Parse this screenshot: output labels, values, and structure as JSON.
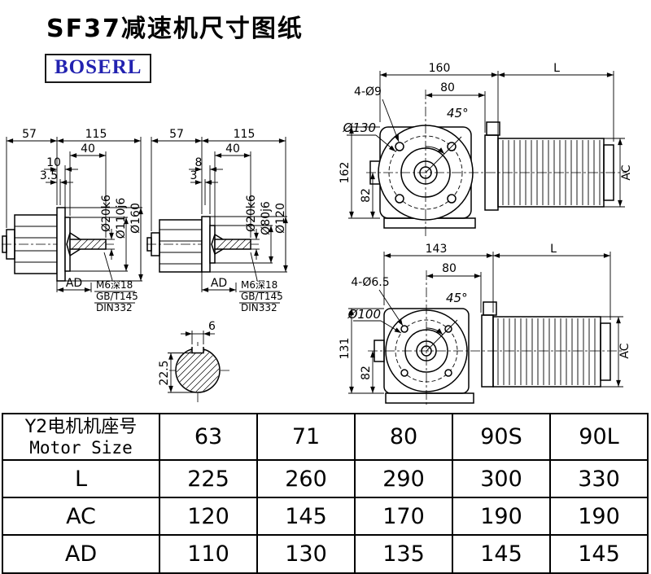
{
  "page": {
    "title": "SF37减速机尺寸图纸",
    "brand": "BOSERL"
  },
  "view1": {
    "dim_57": "57",
    "dim_115": "115",
    "dim_40": "40",
    "dim_10": "10",
    "dim_3_5": "3.5",
    "shaft_dia": "Ø20k6",
    "spigot_dia": "Ø110j6",
    "flange_dia": "Ø160",
    "dim_ad": "AD",
    "note_line1": "M6深18",
    "note_line2": "GB/T145",
    "note_line3": "DIN332"
  },
  "view2": {
    "dim_57": "57",
    "dim_115": "115",
    "dim_40": "40",
    "dim_8": "8",
    "dim_3": "3",
    "shaft_dia": "Ø20k6",
    "spigot_dia": "Ø80j6",
    "flange_dia": "Ø120",
    "dim_ad": "AD",
    "note_line1": "M6深18",
    "note_line2": "GB/T145",
    "note_line3": "DIN332"
  },
  "view3": {
    "dim_160": "160",
    "dim_L": "L",
    "dim_80": "80",
    "holes": "4-Ø9",
    "angle": "45°",
    "bolt_circle": "Ø130",
    "dim_162": "162",
    "dim_82": "82",
    "dim_ac": "AC"
  },
  "view4": {
    "dim_143": "143",
    "dim_L": "L",
    "dim_80": "80",
    "holes": "4-Ø6.5",
    "angle": "45°",
    "bolt_circle": "Ø100",
    "dim_131": "131",
    "dim_82": "82",
    "dim_ac": "AC"
  },
  "shaft_section": {
    "key_width": "6",
    "key_depth": "22.5"
  },
  "table": {
    "header": {
      "line1": "Y2电机机座号",
      "line2": "Motor Size",
      "columns": [
        "63",
        "71",
        "80",
        "90S",
        "90L"
      ]
    },
    "rows": [
      {
        "label": "L",
        "values": [
          "225",
          "260",
          "290",
          "300",
          "330"
        ]
      },
      {
        "label": "AC",
        "values": [
          "120",
          "145",
          "170",
          "190",
          "190"
        ]
      },
      {
        "label": "AD",
        "values": [
          "110",
          "130",
          "135",
          "145",
          "145"
        ]
      }
    ]
  }
}
